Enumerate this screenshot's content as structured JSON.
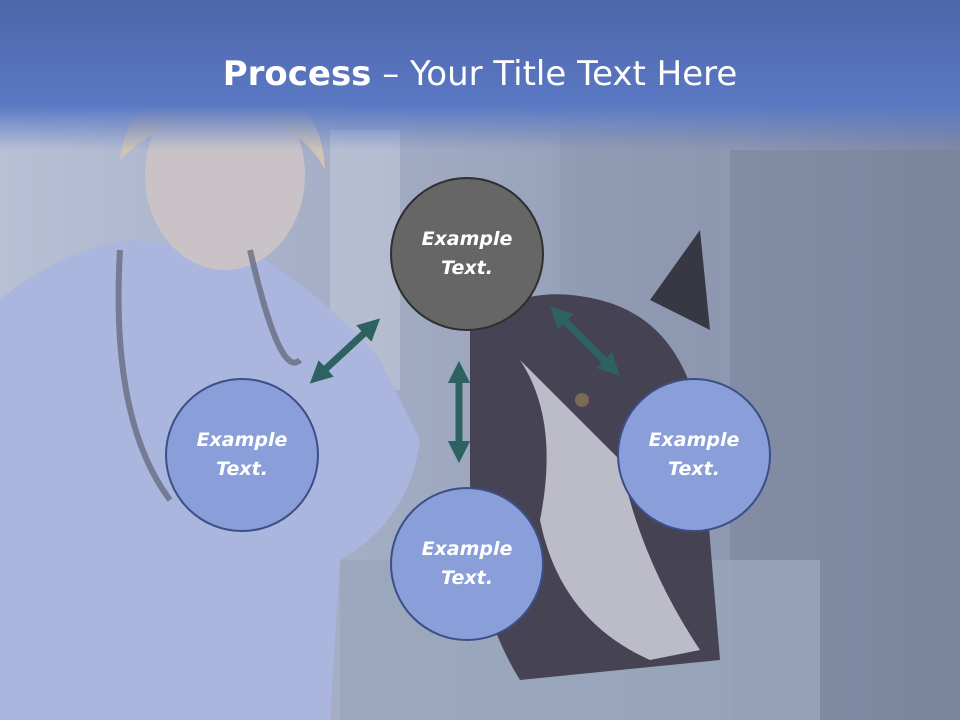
{
  "slide": {
    "title_bold": "Process",
    "title_rest": " – Your Title Text Here",
    "colors": {
      "title_bar": "#5a78c4",
      "circle_primary": "#666666",
      "circle_secondary": "#8a9fda",
      "arrow": "#2e6262"
    }
  },
  "circles": {
    "top": [
      "Example",
      "Text."
    ],
    "left": [
      "Example",
      "Text."
    ],
    "right": [
      "Example",
      "Text."
    ],
    "bottom": [
      "Example",
      "Text."
    ]
  }
}
